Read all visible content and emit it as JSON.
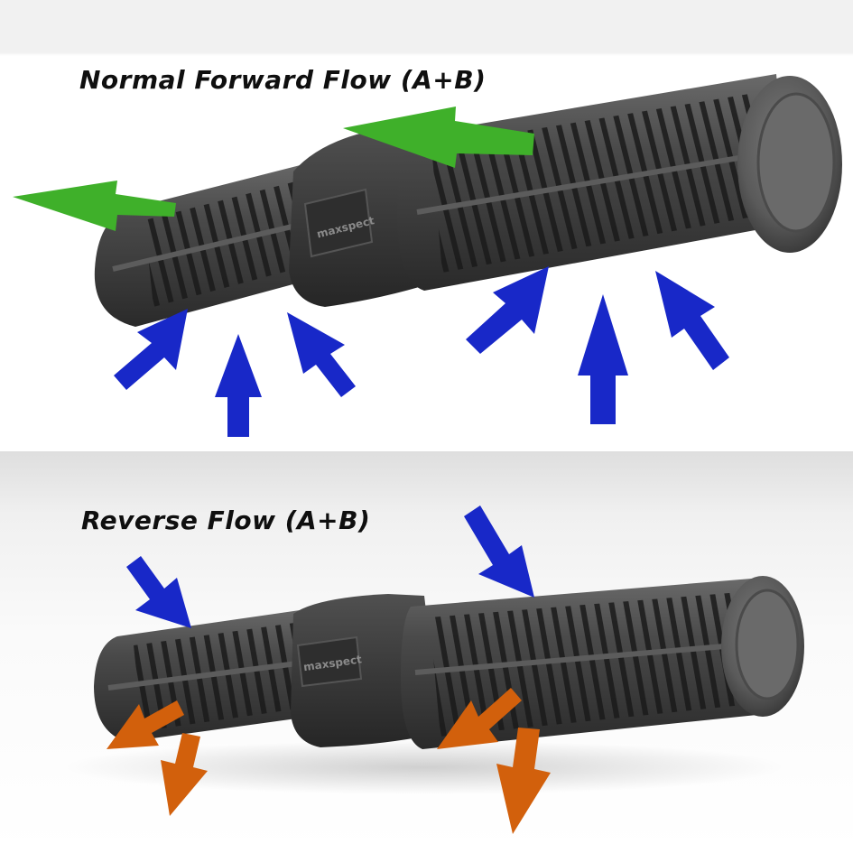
{
  "headings": {
    "forward": "Normal Forward Flow (A+B)",
    "reverse": "Reverse Flow (A+B)"
  },
  "brand": {
    "logo_text": "maxspect"
  },
  "colors": {
    "text": "#0f0f0f",
    "pump_body": "#3a3a3a",
    "pump_slot": "#1c1c1c",
    "end_cap": "#5a5a5a",
    "arrow_output_forward": "#3fb02a",
    "arrow_intake": "#1828c8",
    "arrow_output_reverse": "#d2600c"
  },
  "icons": {
    "forward_output": "green-arrow-icon",
    "intake": "blue-arrow-icon",
    "reverse_output": "orange-arrow-icon"
  }
}
